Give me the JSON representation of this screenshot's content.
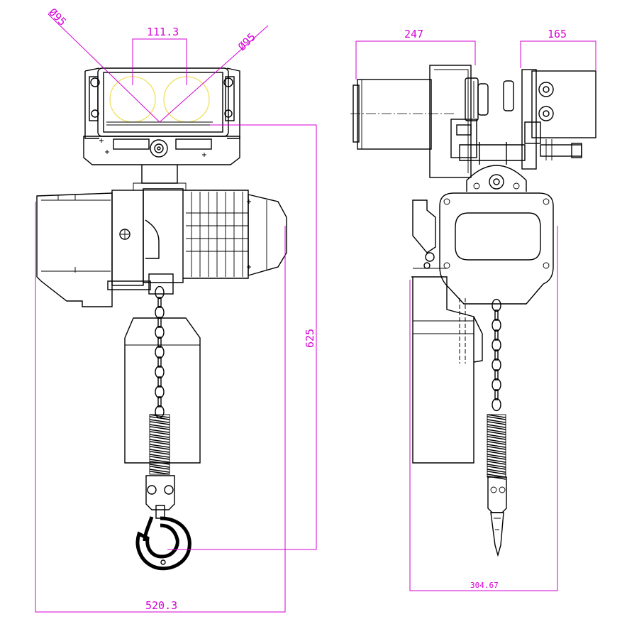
{
  "dimensions": {
    "circle_left_diameter": "Ø95",
    "circle_right_diameter": "Ø95",
    "top_width": "111.3",
    "height": "625",
    "overall_width": "520.3",
    "side_left_width": "247",
    "side_right_width": "165",
    "side_base_width": "304.67"
  },
  "colors": {
    "dimension": "#d600d6",
    "outline": "#000000",
    "circle_highlight": "#f0e060"
  }
}
